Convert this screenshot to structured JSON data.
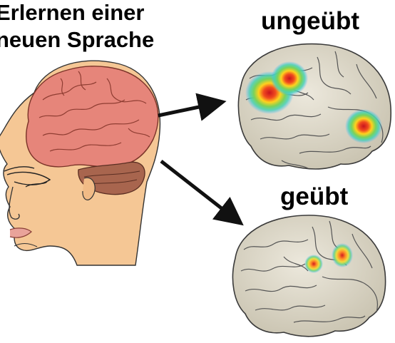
{
  "title": {
    "line1": "Erlernen einer",
    "line2": "neuen Sprache"
  },
  "panels": {
    "untrained_label": "ungeübt",
    "trained_label": "geübt"
  },
  "colors": {
    "skin": "#f5c795",
    "brain_cortex": "#e6857a",
    "cerebellum": "#a8654e",
    "brain_gray": "#d9d4c4",
    "heat_hot": "#e8281e",
    "heat_warm": "#ffd21e",
    "heat_cool": "#3cd28c",
    "heat_cold": "#46b4ff"
  }
}
